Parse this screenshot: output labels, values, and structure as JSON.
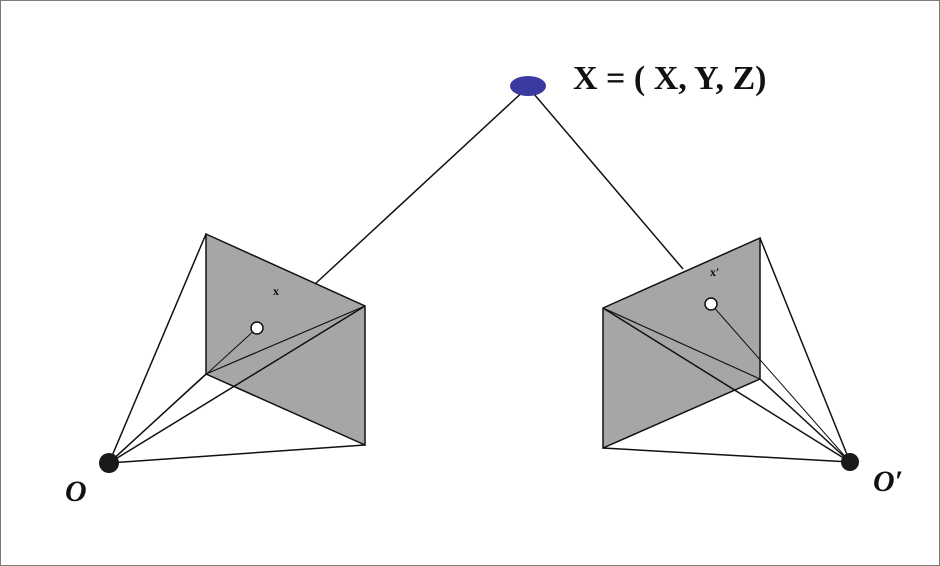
{
  "world_point": {
    "label": "X = ( X, Y, Z)",
    "color": "#3a3aa0"
  },
  "left_camera": {
    "center_label": "O",
    "image_point_label": "x"
  },
  "right_camera": {
    "center_label": "O′",
    "image_point_label": "x′"
  },
  "colors": {
    "image_plane_fill": "#a6a6a6",
    "line": "#111111",
    "camera_center": "#1a1a1a"
  },
  "icons": {
    "world_point": "filled-ellipse",
    "camera_center": "filled-circle",
    "image_point": "hollow-circle"
  }
}
